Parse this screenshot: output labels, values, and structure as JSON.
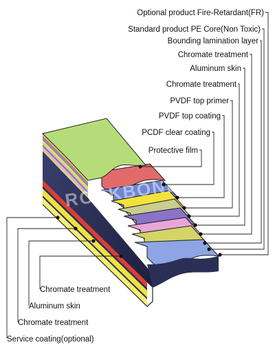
{
  "diagram": {
    "watermark": "ROCKBOND",
    "right_labels": [
      {
        "text": "Optional product Fire-Retardant(FR)"
      },
      {
        "text": "Standard product PE Core(Non Toxic)"
      },
      {
        "text": "Bounding lamination layer"
      },
      {
        "text": "Chromate treatment"
      },
      {
        "text": "Aluminum skin"
      },
      {
        "text": "Chromate treatment"
      },
      {
        "text": "PVDF top primer"
      },
      {
        "text": "PVDF top coating"
      },
      {
        "text": "PCDF clear coating"
      },
      {
        "text": "Protective film"
      }
    ],
    "left_labels": [
      {
        "text": "Chromate treatment"
      },
      {
        "text": "Aluminum skin"
      },
      {
        "text": "Chromate treatment"
      },
      {
        "text": "Service coating(optional)"
      }
    ],
    "layer_colors": {
      "protective_film": "#b6dc7a",
      "clear_coating": "#e26a6a",
      "top_coating": "#6f86d6",
      "top_primer": "#f2e23c",
      "chromate_a": "#c9cd8e",
      "aluminum_skin": "#8b73c8",
      "chromate_b": "#e7a7d6",
      "bonding_layer": "#d4d468",
      "pe_core": "#8fa4e4",
      "core_side": "#2b2f55",
      "bottom_chromate": "#e33b2e",
      "bottom_aluminum": "#f0e23a",
      "bottom_service": "#f4ef72"
    }
  }
}
